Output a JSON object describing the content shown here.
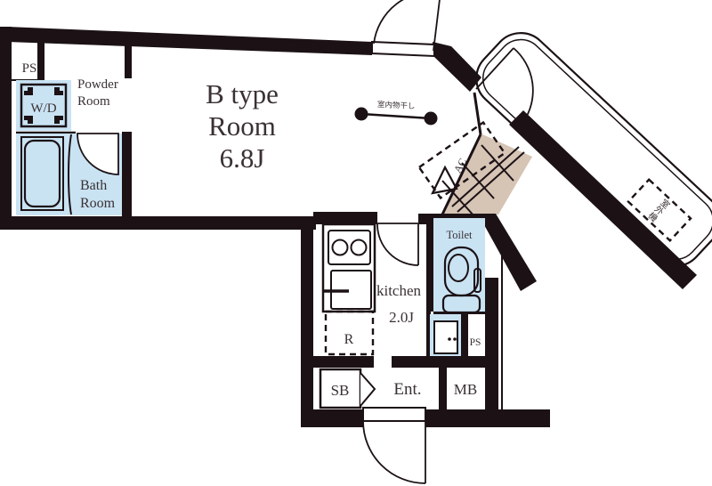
{
  "plan_type": "apartment-floorplan",
  "unit": {
    "title_line1": "B type",
    "title_line2": "Room",
    "title_line3": "6.8J"
  },
  "rooms": {
    "powder_line1": "Powder",
    "powder_line2": "Room",
    "bath_line1": "Bath",
    "bath_line2": "Room",
    "kitchen_name": "kitchen",
    "kitchen_size": "2.0J",
    "toilet": "Toilet",
    "entrance": "Ent."
  },
  "fixtures": {
    "washer_dryer": "W/D",
    "refrigerator": "R",
    "shoe_box": "SB",
    "mail_box": "MB",
    "air_conditioner": "AC",
    "pipe_shaft_top": "PS",
    "pipe_shaft_lower": "PS",
    "indoor_drying_bar": "室内物干し",
    "outdoor_unit_char1": "室",
    "outdoor_unit_char2": "外",
    "outdoor_unit_char3": "機"
  },
  "colors": {
    "wall": "#1c1216",
    "water": "#c9e3f3",
    "stairs": "#d6c4b4",
    "text": "#3a3134"
  }
}
